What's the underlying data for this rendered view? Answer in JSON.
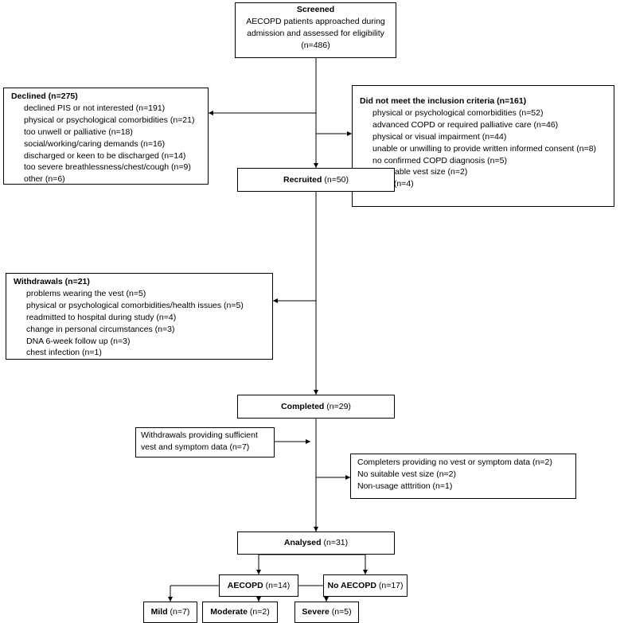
{
  "screened": {
    "title": "Screened",
    "lines": [
      "AECOPD patients approached during",
      "admission and assessed for eligibility",
      "(n=486)"
    ]
  },
  "declined": {
    "title": "Declined",
    "count": " (n=275)",
    "items": [
      "declined PIS or not interested (n=191)",
      "physical or psychological comorbidities (n=21)",
      "too unwell or palliative (n=18)",
      "social/working/caring demands (n=16)",
      "discharged or keen to be discharged (n=14)",
      "too severe breathlessness/chest/cough (n=9)",
      "other (n=6)"
    ]
  },
  "not_meet": {
    "title": "Did not meet the inclusion criteria (n=161)",
    "items": [
      "physical or psychological comorbidities (n=52)",
      "advanced COPD or required palliative care (n=46)",
      "physical or visual impairment (n=44)",
      "unable or unwilling to provide written informed consent (n=8)",
      "no confirmed COPD diagnosis (n=5)",
      "unsuitable vest size (n=2)",
      "other (n=4)"
    ]
  },
  "recruited": {
    "title": "Recruited",
    "count": " (n=50)"
  },
  "withdrawals": {
    "title": "Withdrawals",
    "count": " (n=21)",
    "items": [
      "problems wearing the vest (n=5)",
      "physical or psychological comorbidities/health issues (n=5)",
      "readmitted to hospital during study (n=4)",
      "change in personal circumstances (n=3)",
      "DNA 6-week follow up (n=3)",
      "chest infection (n=1)"
    ]
  },
  "completed": {
    "title": "Completed",
    "count": " (n=29)"
  },
  "withdrawals_sufficient": {
    "lines": [
      "Withdrawals providing sufficient",
      "vest and symptom data (n=7)"
    ]
  },
  "completers_no_data": {
    "lines": [
      "Completers providing no vest or symptom data (n=2)",
      "No suitable vest size (n=2)",
      "Non-usage atttrition (n=1)"
    ]
  },
  "analysed": {
    "title": "Analysed",
    "count": " (n=31)"
  },
  "aecopd": {
    "title": "AECOPD",
    "count": " (n=14)"
  },
  "no_aecopd": {
    "title": "No AECOPD",
    "count": " (n=17)"
  },
  "mild": {
    "title": "Mild",
    "count": " (n=7)"
  },
  "moderate": {
    "title": "Moderate",
    "count": " (n=2)"
  },
  "severe": {
    "title": "Severe",
    "count": " (n=5)"
  }
}
